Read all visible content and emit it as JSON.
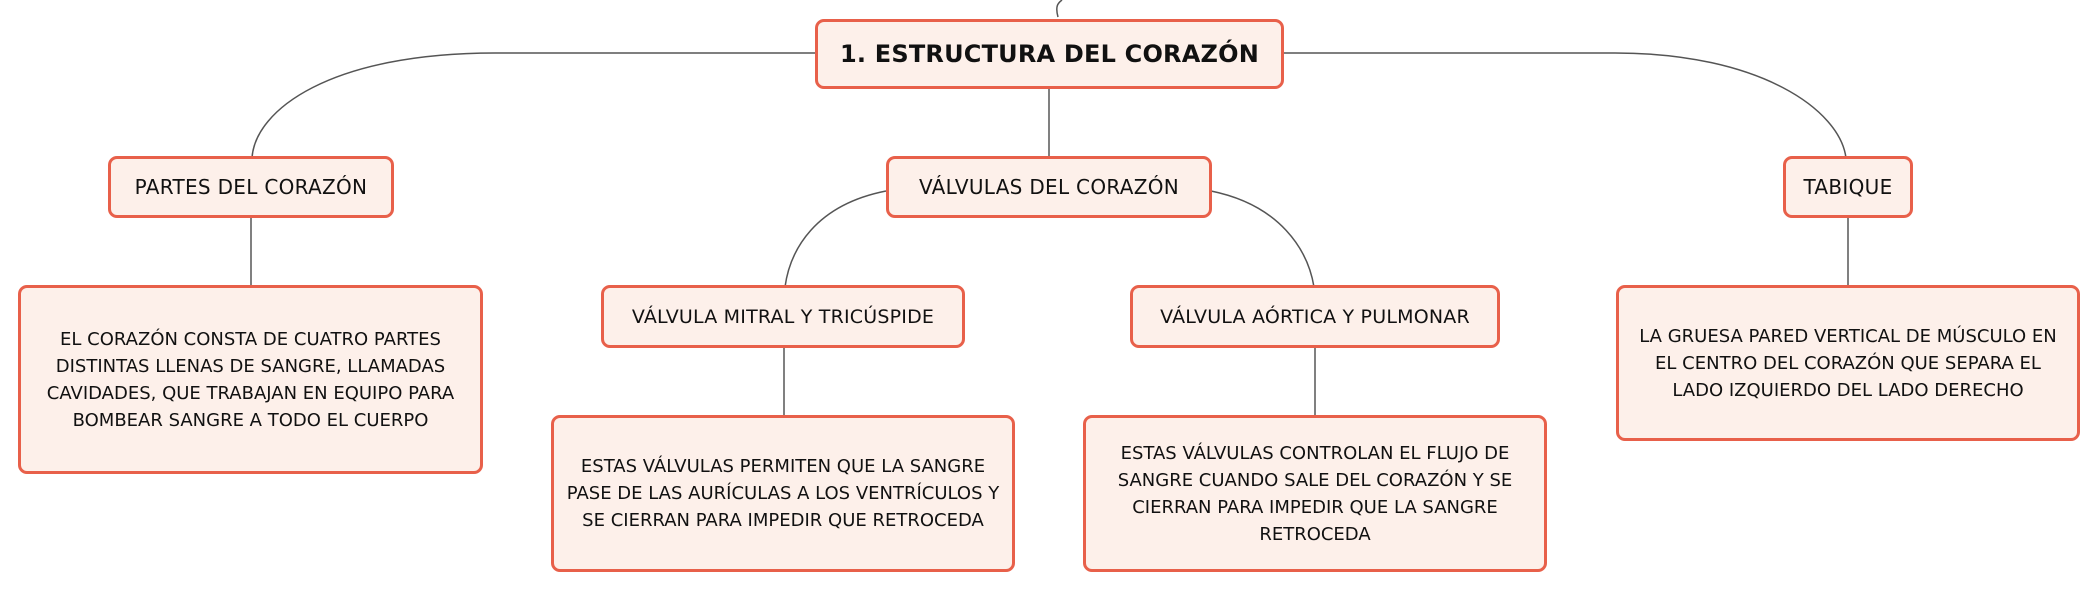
{
  "diagram": {
    "root": {
      "label": "1. ESTRUCTURA DEL CORAZÓN"
    },
    "branches": [
      {
        "label": "PARTES DEL CORAZÓN",
        "description": "EL CORAZÓN CONSTA DE CUATRO PARTES DISTINTAS LLENAS DE SANGRE, LLAMADAS CAVIDADES, QUE TRABAJAN EN EQUIPO PARA BOMBEAR SANGRE A TODO EL CUERPO"
      },
      {
        "label": "VÁLVULAS DEL CORAZÓN",
        "children": [
          {
            "label": "VÁLVULA MITRAL Y TRICÚSPIDE",
            "description": "ESTAS VÁLVULAS PERMITEN QUE LA SANGRE PASE DE LAS AURÍCULAS A LOS VENTRÍCULOS Y SE CIERRAN PARA IMPEDIR QUE RETROCEDA"
          },
          {
            "label": "VÁLVULA AÓRTICA Y PULMONAR",
            "description": "ESTAS VÁLVULAS CONTROLAN EL FLUJO DE SANGRE CUANDO SALE DEL CORAZÓN Y SE CIERRAN PARA IMPEDIR QUE LA SANGRE RETROCEDA"
          }
        ]
      },
      {
        "label": "TABIQUE",
        "description": "LA GRUESA PARED VERTICAL DE MÚSCULO EN EL CENTRO DEL CORAZÓN QUE SEPARA EL LADO IZQUIERDO DEL LADO DERECHO"
      }
    ]
  },
  "colors": {
    "node_border": "#e8604a",
    "node_fill": "#fdf0ea",
    "connector": "#555555",
    "text": "#111111"
  }
}
